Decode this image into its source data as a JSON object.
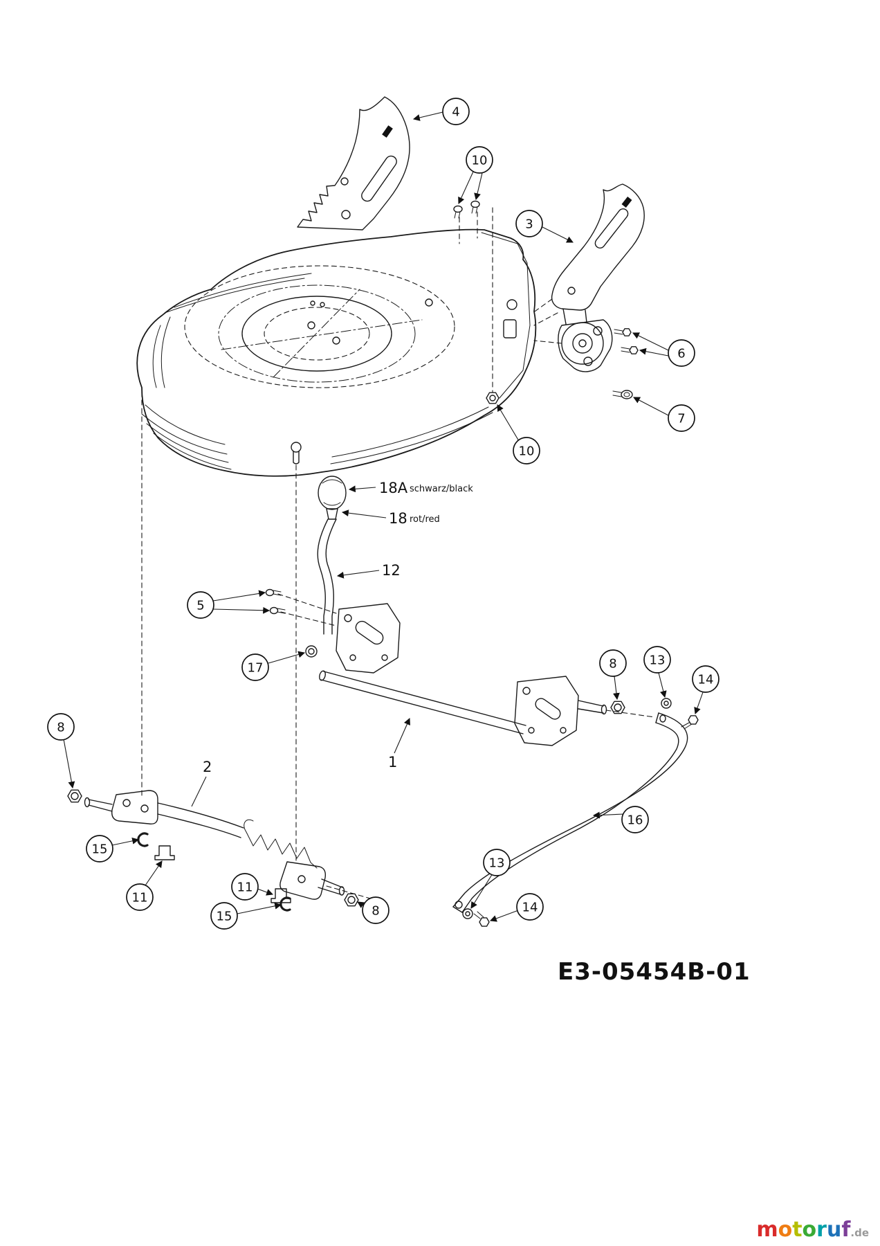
{
  "figure": {
    "drawing_number": "E3-05454B-01"
  },
  "callouts": {
    "c4": "4",
    "c10_top": "10",
    "c3": "3",
    "c6": "6",
    "c7": "7",
    "c10_bottom": "10",
    "c5": "5",
    "c17": "17",
    "c8_right": "8",
    "c13_right": "13",
    "c14_right": "14",
    "c8_left": "8",
    "c15_left": "15",
    "c11_left": "11",
    "c11_mid": "11",
    "c15_bottom": "15",
    "c8_bottom": "8",
    "c13_bottom": "13",
    "c14_bottom": "14",
    "c16": "16"
  },
  "part_labels": {
    "p18a": "18A",
    "p18a_note": "schwarz/black",
    "p18": "18",
    "p18_note": "rot/red",
    "p12": "12",
    "p1": "1",
    "p2": "2"
  },
  "watermark": {
    "letters": [
      {
        "ch": "m",
        "color": "#d92b2b"
      },
      {
        "ch": "o",
        "color": "#ef7d14"
      },
      {
        "ch": "t",
        "color": "#b5be00"
      },
      {
        "ch": "o",
        "color": "#3aaa35"
      },
      {
        "ch": "r",
        "color": "#00a0a8"
      },
      {
        "ch": "u",
        "color": "#1d71b8"
      },
      {
        "ch": "f",
        "color": "#7c3f98"
      }
    ],
    "tld": ".de",
    "tld_color": "#9a9a9a"
  },
  "colors": {
    "line": "#1a1a1a",
    "background": "#ffffff"
  }
}
